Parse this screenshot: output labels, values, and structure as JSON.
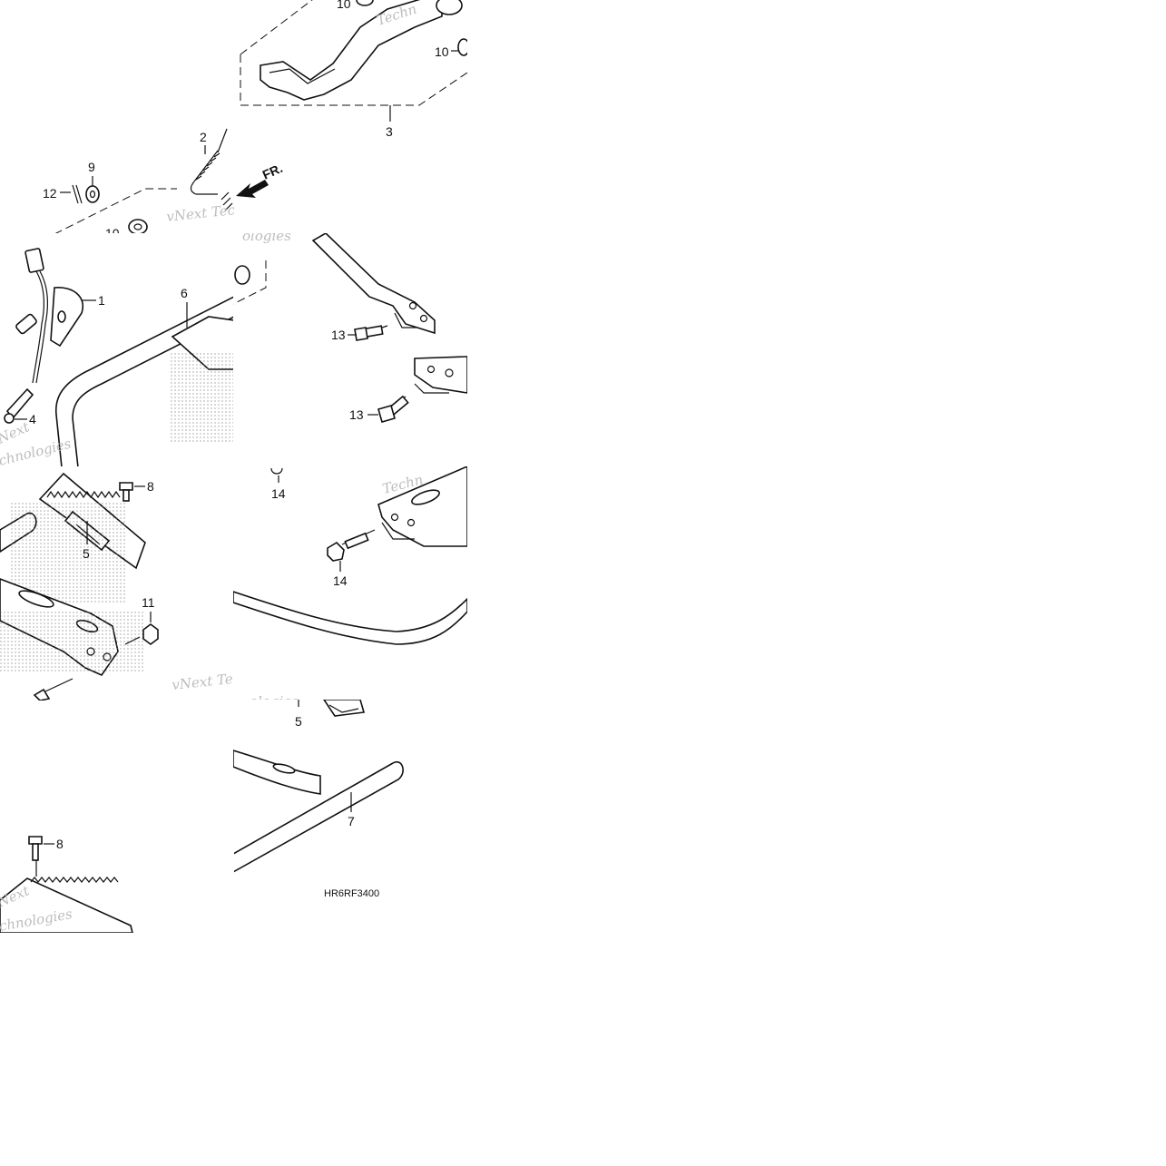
{
  "diagram_code": "HR6RF3400",
  "watermarks": {
    "brand": "vNext Tec",
    "brand_full": "vNext Technologies",
    "frag_techn": "Techn",
    "frag_ologies": "ologies",
    "frag_next": "Next",
    "frag_chnologies": "chnologies"
  },
  "direction_label": "FR.",
  "callouts": {
    "c1": "1",
    "c2": "2",
    "c3": "3",
    "c4": "4",
    "c5": "5",
    "c6": "6",
    "c7": "7",
    "c8": "8",
    "c9": "9",
    "c10": "10",
    "c11": "11",
    "c12": "12",
    "c13": "13",
    "c14": "14"
  }
}
